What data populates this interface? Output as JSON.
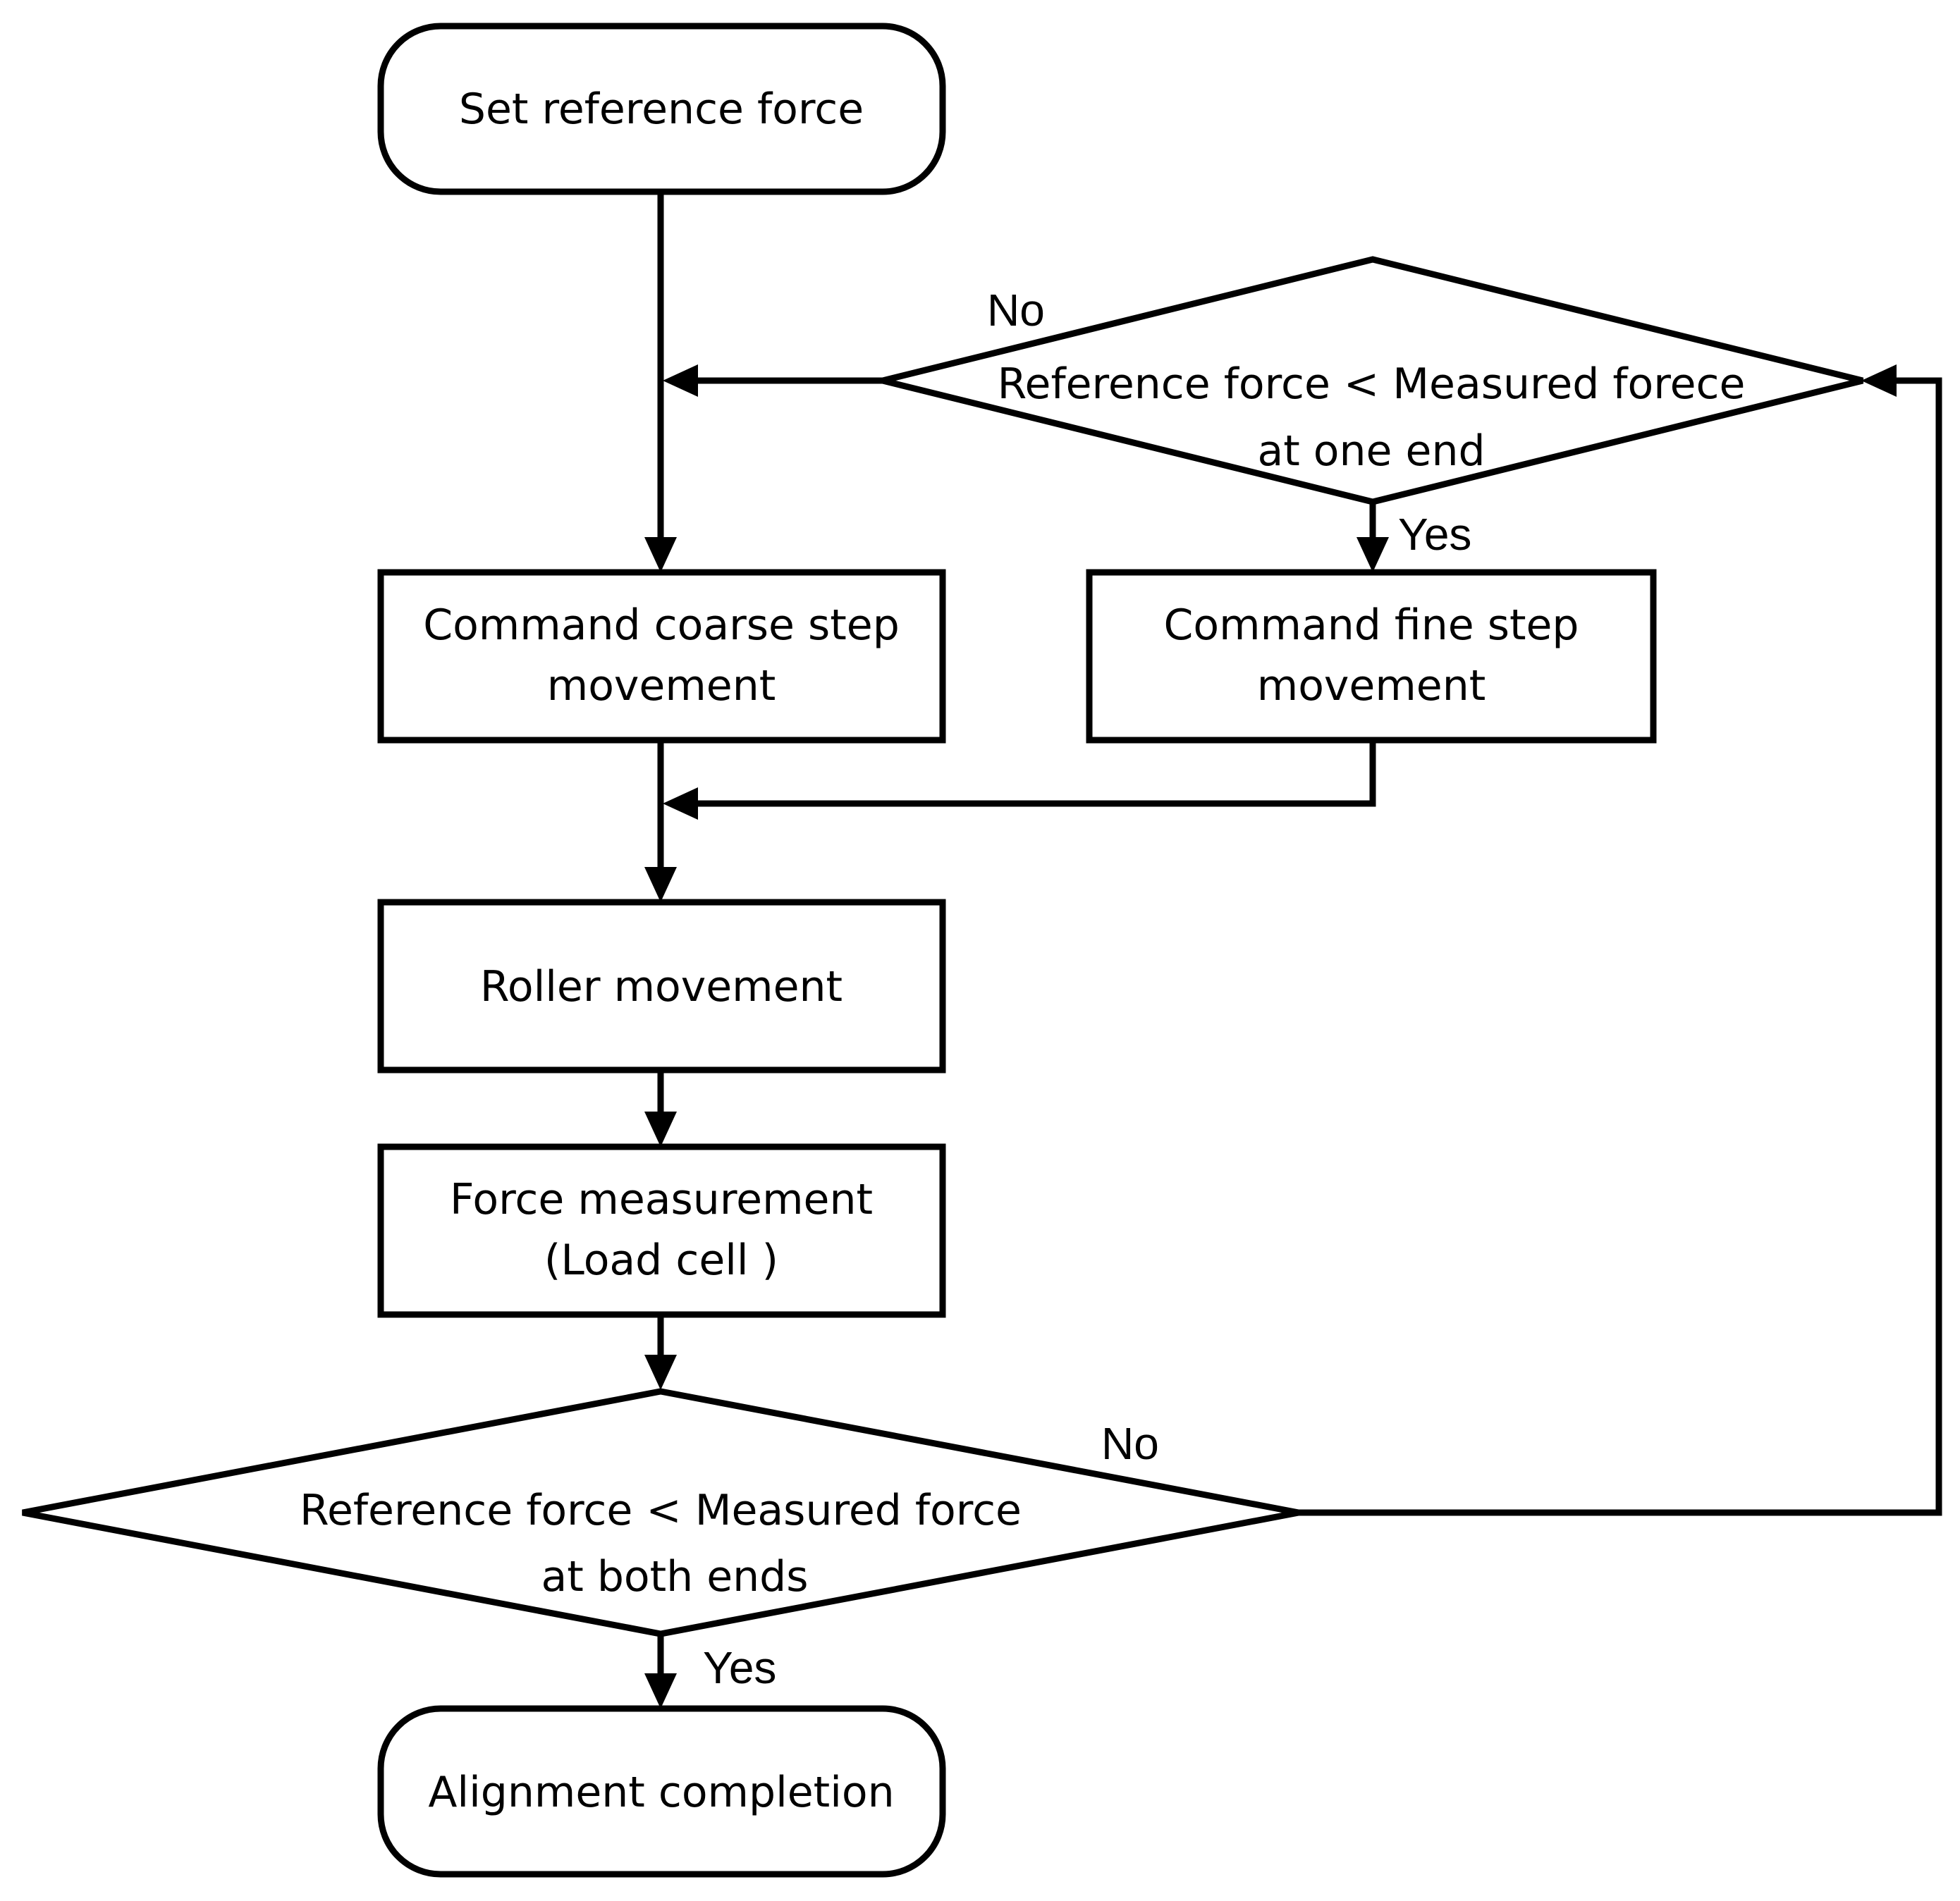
{
  "nodes": {
    "start": {
      "text": "Set reference force"
    },
    "coarse": {
      "line1": "Command coarse step",
      "line2": "movement"
    },
    "fine": {
      "line1": "Command fine step",
      "line2": "movement"
    },
    "roller": {
      "text": "Roller movement"
    },
    "measure": {
      "line1": "Force measurement",
      "line2": "(Load cell )"
    },
    "decision_one_end": {
      "line1": "Reference force < Measured forece",
      "line2": "at one end"
    },
    "decision_both_ends": {
      "line1": "Reference force < Measured force",
      "line2": "at both ends"
    },
    "end": {
      "text": "Alignment completion"
    }
  },
  "branch_labels": {
    "one_end_no": "No",
    "one_end_yes": "Yes",
    "both_ends_no": "No",
    "both_ends_yes": "Yes"
  }
}
